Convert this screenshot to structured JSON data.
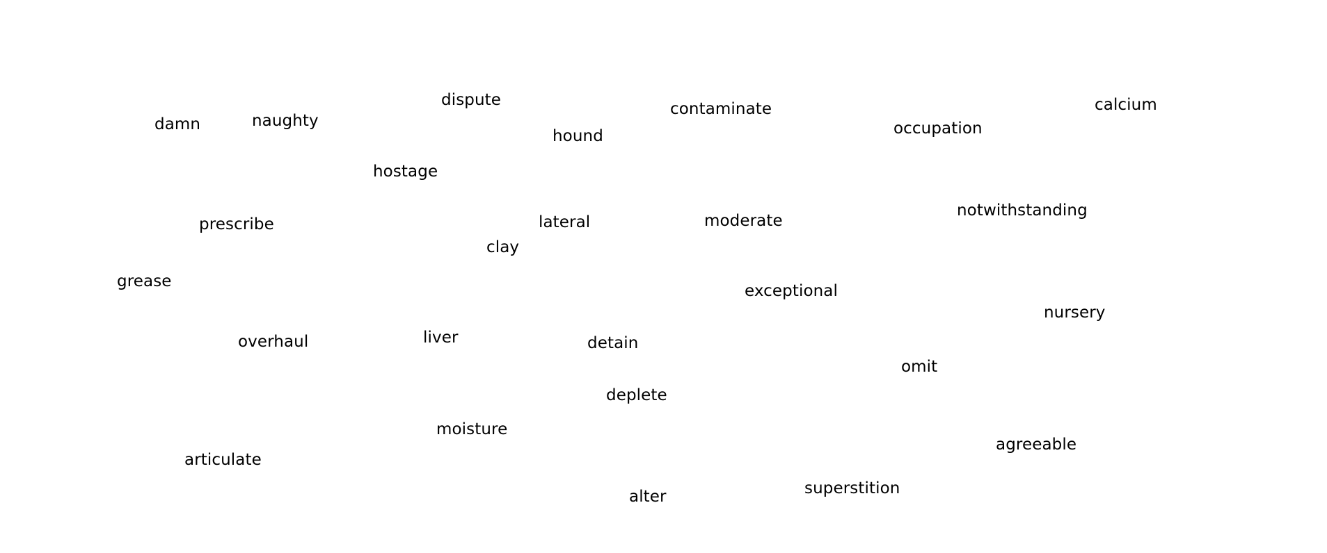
{
  "words": {
    "damn": "damn",
    "naughty": "naughty",
    "dispute": "dispute",
    "contaminate": "contaminate",
    "hound": "hound",
    "occupation": "occupation",
    "calcium": "calcium",
    "hostage": "hostage",
    "prescribe": "prescribe",
    "lateral": "lateral",
    "moderate": "moderate",
    "notwithstanding": "notwithstanding",
    "clay": "clay",
    "grease": "grease",
    "exceptional": "exceptional",
    "nursery": "nursery",
    "overhaul": "overhaul",
    "liver": "liver",
    "detain": "detain",
    "omit": "omit",
    "deplete": "deplete",
    "moisture": "moisture",
    "agreeable": "agreeable",
    "articulate": "articulate",
    "superstition": "superstition",
    "alter": "alter"
  },
  "colors": {
    "background": "#ffffff",
    "text": "#000000"
  }
}
